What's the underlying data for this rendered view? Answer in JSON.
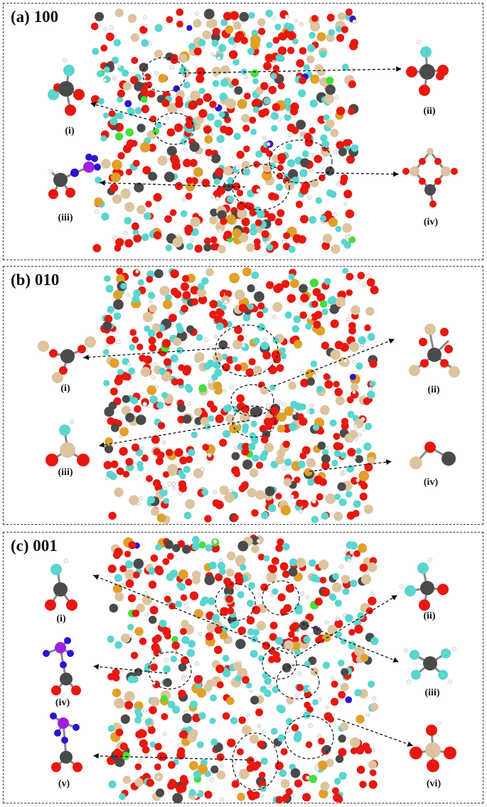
{
  "colors": {
    "O": "#e8170f",
    "C": "#4a4a4a",
    "Si": "#dcc49f",
    "Hc": "#58d6cf",
    "Au": "#e0a02a",
    "N": "#2a14d6",
    "P": "#a21fe0",
    "Cl": "#44e03a",
    "H": "#f2f2f2"
  },
  "panels": [
    {
      "title": "(a) 100",
      "labels": [
        "(i)",
        "(ii)",
        "(iii)",
        "(iv)"
      ]
    },
    {
      "title": "(b) 010",
      "labels": [
        "(i)",
        "(ii)",
        "(iii)",
        "(iv)"
      ]
    },
    {
      "title": "(c) 001",
      "labels": [
        "(i)",
        "(ii)",
        "(iii)",
        "(iv)",
        "(v)",
        "(vi)"
      ]
    }
  ]
}
